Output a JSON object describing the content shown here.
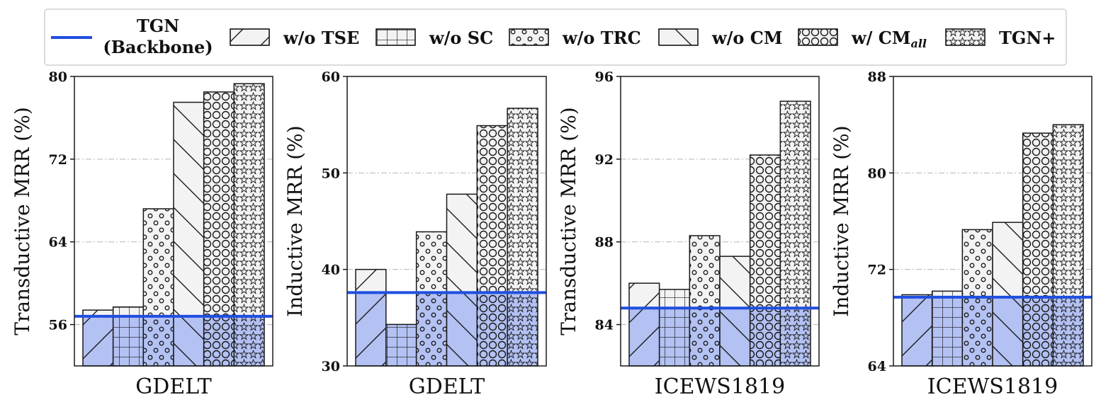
{
  "chart_data": {
    "type": "bar",
    "legend": {
      "placement": "top",
      "baseline_label_line1": "TGN",
      "baseline_label_line2": "(Backbone)",
      "entries": [
        {
          "label": "w/o TSE",
          "pattern": "diag-forward"
        },
        {
          "label": "w/o SC",
          "pattern": "grid"
        },
        {
          "label": "w/o TRC",
          "pattern": "small-circles"
        },
        {
          "label": "w/o CM",
          "pattern": "diag-backward"
        },
        {
          "label": "w/ CM",
          "subscript": "all",
          "pattern": "large-circles"
        },
        {
          "label": "TGN+",
          "pattern": "stars"
        }
      ]
    },
    "colors": {
      "baseline_line": "#1f4fe0",
      "baseline_fill": "#b3c1f3",
      "bar_fill": "#f3f3f3",
      "bar_edge": "#1a1a1a"
    },
    "panels": [
      {
        "ylabel": "Transductive MRR (%)",
        "xlabel": "GDELT",
        "ylim": [
          52,
          80
        ],
        "yticks": [
          "56",
          "64",
          "72",
          "80"
        ],
        "ytick_values": [
          56,
          64,
          72,
          80
        ],
        "baseline": 56.8,
        "values": [
          57.4,
          57.7,
          67.2,
          77.5,
          78.5,
          79.3
        ]
      },
      {
        "ylabel": "Inductive MRR (%)",
        "xlabel": "GDELT",
        "ylim": [
          30,
          60
        ],
        "yticks": [
          "30",
          "40",
          "50",
          "60"
        ],
        "ytick_values": [
          30,
          40,
          50,
          60
        ],
        "baseline": 37.6,
        "values": [
          40.0,
          34.3,
          43.9,
          47.8,
          54.9,
          56.7
        ]
      },
      {
        "ylabel": "Transductive MRR (%)",
        "xlabel": "ICEWS1819",
        "ylim": [
          82,
          96
        ],
        "yticks": [
          "84",
          "88",
          "92",
          "96"
        ],
        "ytick_values": [
          84,
          88,
          92,
          96
        ],
        "baseline": 84.8,
        "values": [
          86.0,
          85.7,
          88.3,
          87.3,
          92.2,
          94.8
        ]
      },
      {
        "ylabel": "Inductive MRR (%)",
        "xlabel": "ICEWS1819",
        "ylim": [
          64,
          88
        ],
        "yticks": [
          "64",
          "72",
          "80",
          "88"
        ],
        "ytick_values": [
          64,
          72,
          80,
          88
        ],
        "baseline": 69.7,
        "values": [
          69.9,
          70.2,
          75.3,
          75.9,
          83.3,
          84.0
        ]
      }
    ]
  }
}
